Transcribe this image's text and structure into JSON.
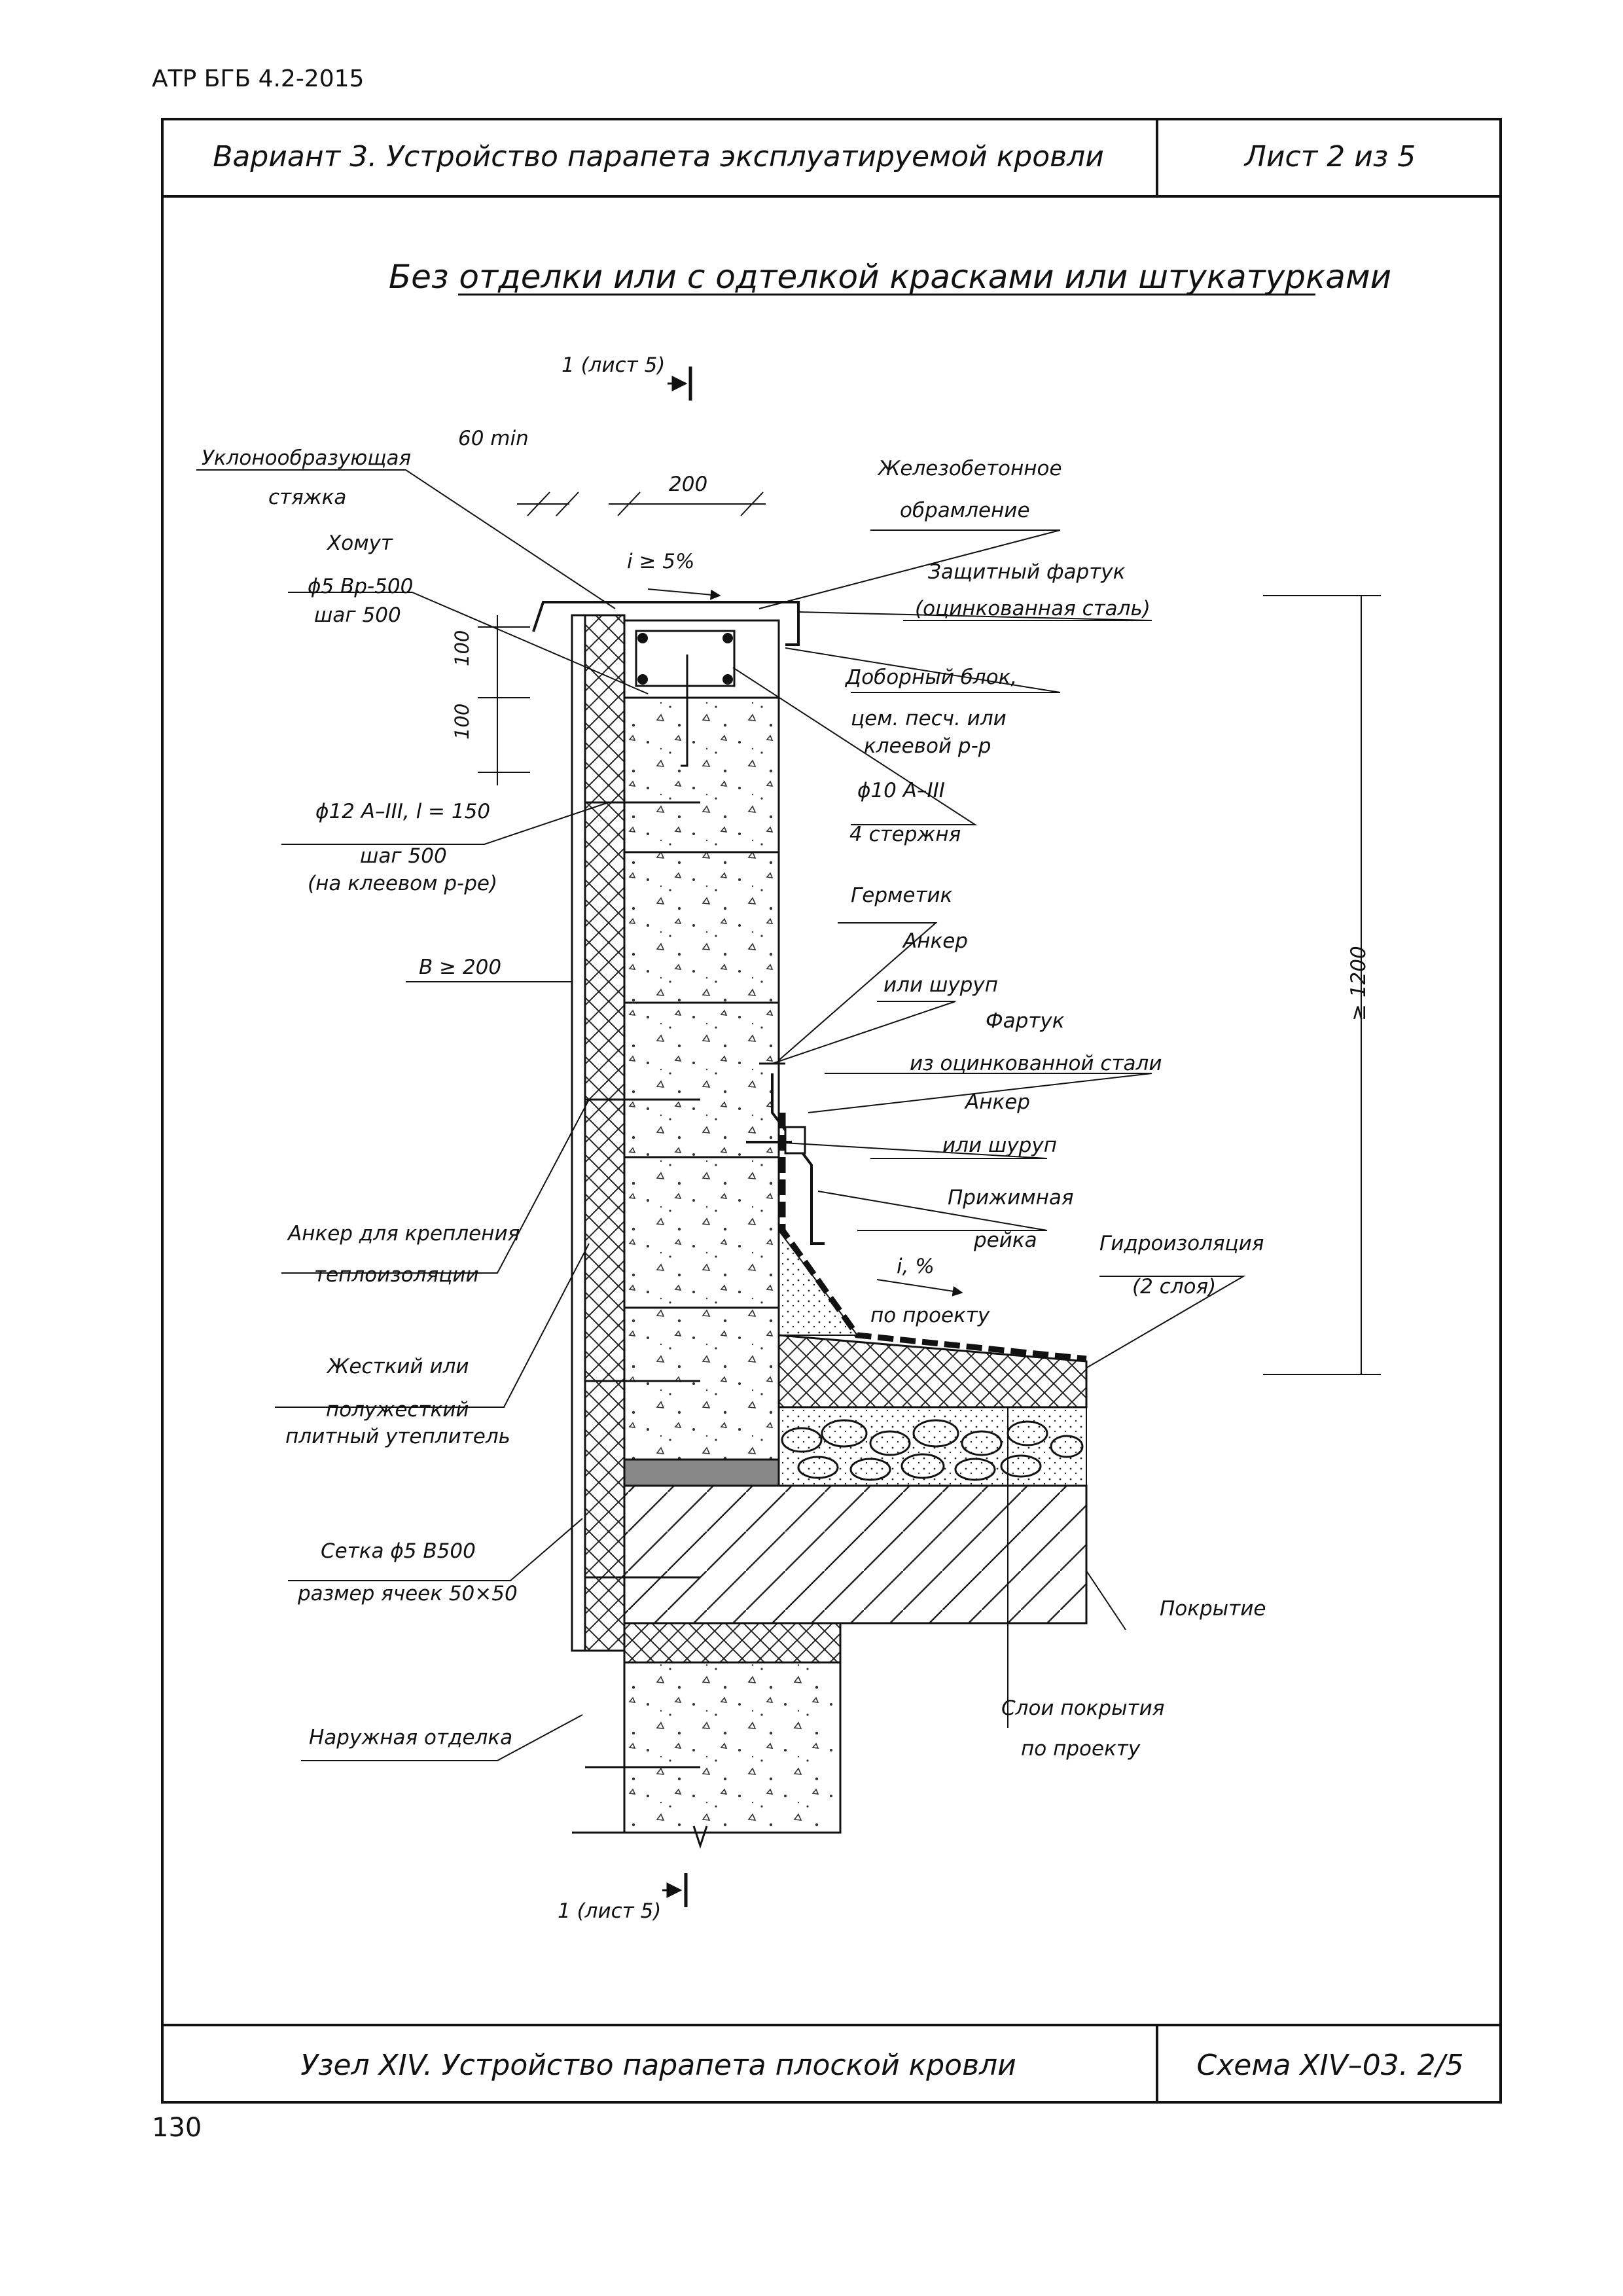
{
  "doc_code": "АТР БГБ 4.2-2015",
  "page_number": "130",
  "header": {
    "title": "Вариант 3. Устройство парапета эксплуатируемой кровли",
    "sheet": "Лист 2 из 5"
  },
  "footer": {
    "title": "Узел XIV. Устройство парапета плоской кровли",
    "scheme": "Схема XIV–03. 2/5"
  },
  "subtitle": "Без отделки или с одтелкой красками или штукатурками",
  "section_marks": {
    "top": "1 (лист 5)",
    "bottom": "1 (лист 5)"
  },
  "dimensions": {
    "d60": "60 min",
    "d200": "200",
    "slope": "i ≥ 5%",
    "d100a": "100",
    "d100b": "100",
    "h1200": "≥ 1200",
    "b200": "B ≥ 200",
    "slope2a": "i, %",
    "slope2b": "по проекту"
  },
  "labels": {
    "screed_1": "Уклонообразующая",
    "screed_2": "стяжка",
    "clamp_1": "Хомут",
    "clamp_2": "ϕ5 Вр-500",
    "clamp_3": "шаг 500",
    "rc_1": "Железобетонное",
    "rc_2": "обрамление",
    "apron_1": "Защитный фартук",
    "apron_2": "(оцинкованная сталь)",
    "block_1": "Доборный блок,",
    "block_2": "цем. песч. или",
    "block_3": "клеевой р-р",
    "bars_1": "ϕ10 A–III",
    "bars_2": "4 стержня",
    "rod_1": "ϕ12 A–III, l = 150",
    "rod_2": "шаг 500",
    "rod_3": "(на клеевом р-ре)",
    "sealant": "Герметик",
    "anchor1_1": "Анкер",
    "anchor1_2": "или шуруп",
    "flash_1": "Фартук",
    "flash_2": "из оцинкованной стали",
    "anchor2_1": "Анкер",
    "anchor2_2": "или шуруп",
    "bar_1": "Прижимная",
    "bar_2": "рейка",
    "wp_1": "Гидроизоляция",
    "wp_2": "(2 слоя)",
    "ins_anchor_1": "Анкер для крепления",
    "ins_anchor_2": "теплоизоляции",
    "ins_1": "Жесткий или",
    "ins_2": "полужесткий",
    "ins_3": "плитный утеплитель",
    "mesh_1": "Сетка ϕ5 B500",
    "mesh_2": "размер ячеек 50×50",
    "roof": "Покрытие",
    "layers_1": "Слои покрытия",
    "layers_2": "по проекту",
    "finish": "Наружная отделка"
  }
}
